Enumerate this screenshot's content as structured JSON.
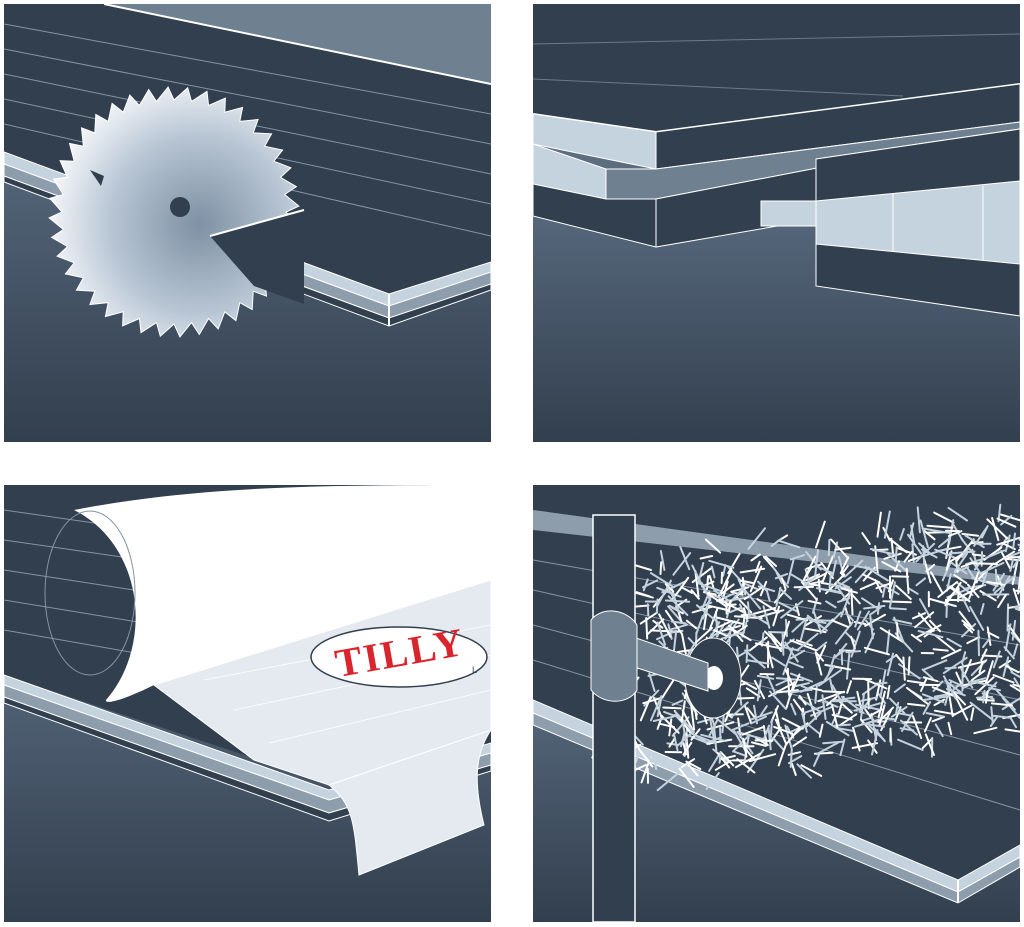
{
  "palette": {
    "navy": "#323f4e",
    "navy_dark": "#2b3744",
    "slate": "#6f8090",
    "steel": "#8e9dac",
    "light": "#c5d3df",
    "white": "#ffffff",
    "brand_red": "#d9262e"
  },
  "panels": [
    {
      "name": "saw-cutting",
      "icon": "circular-saw-icon"
    },
    {
      "name": "tongue-and-groove",
      "icon": "tongue-groove-joint-icon"
    },
    {
      "name": "protective-film",
      "icon": "film-roll-icon"
    },
    {
      "name": "brush-cleaning",
      "icon": "roller-brush-icon"
    }
  ],
  "logo": {
    "brand": "TILLY",
    "subtext": "L"
  }
}
